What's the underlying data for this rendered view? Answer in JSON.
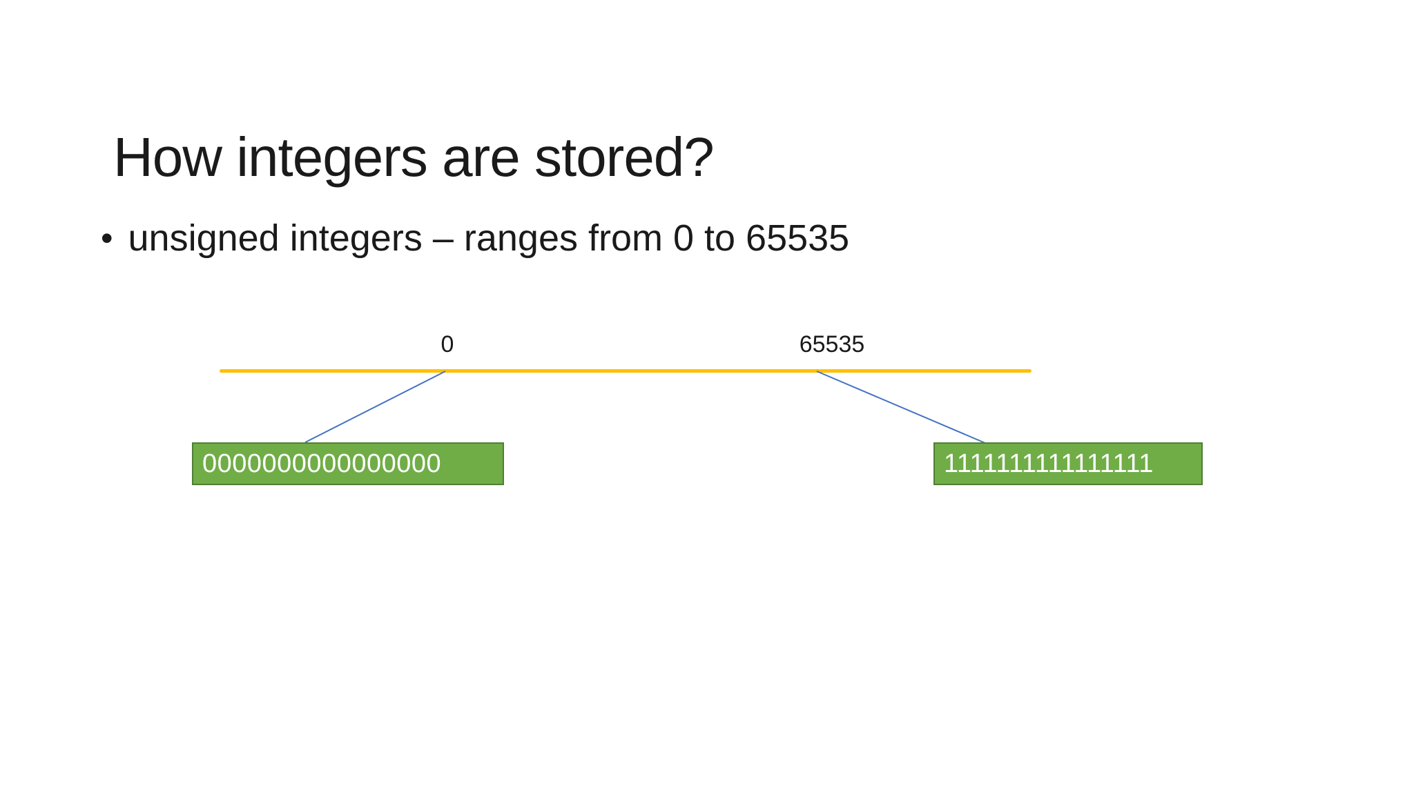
{
  "slide": {
    "title": "How integers are stored?",
    "bullet_marker": "•",
    "bullet_text": "unsigned integers – ranges from 0 to 65535"
  },
  "diagram": {
    "range_line": {
      "min_label": "0",
      "max_label": "65535"
    },
    "min_box_value": "0000000000000000",
    "max_box_value": "1111111111111111",
    "colors": {
      "range_line": "#FFC000",
      "connector_line": "#4472C4",
      "box_fill": "#70AD47",
      "box_border": "#507E32",
      "box_text": "#FFFFFF",
      "text": "#1A1A1A",
      "background": "#FFFFFF"
    }
  }
}
